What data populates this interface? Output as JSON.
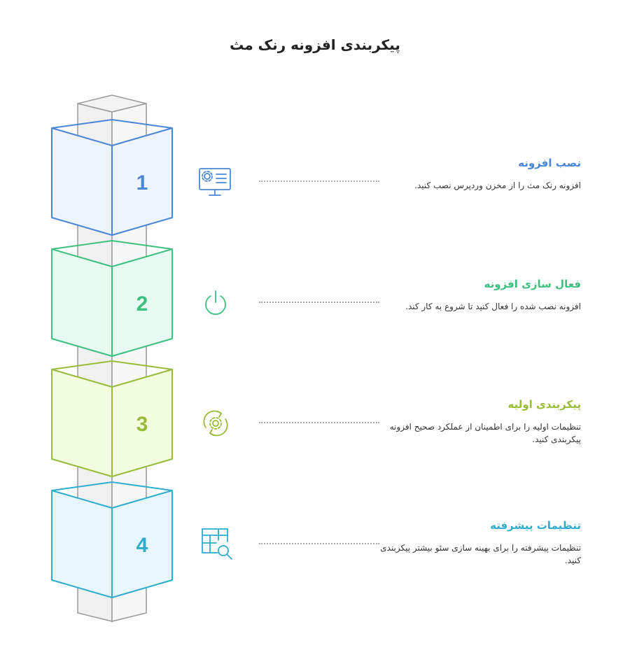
{
  "title": "پیکربندی افزونه رنک مث",
  "steps": [
    {
      "number": "1",
      "heading": "نصب افزونه",
      "description": "افزونه رنک مث را از مخزن وردپرس نصب کنید.",
      "icon": "gear-monitor-icon",
      "color": "#4a86d8",
      "fill": "#eef4fd"
    },
    {
      "number": "2",
      "heading": "فعال سازی افزونه",
      "description": "افزونه نصب شده را فعال کنید تا شروع به کار کند.",
      "icon": "power-icon",
      "color": "#3dbf80",
      "fill": "#e7fbf1"
    },
    {
      "number": "3",
      "heading": "پیکربندی اولیه",
      "description": "تنظیمات اولیه را برای اطمینان از عملکرد صحیح افزونه پیکربندی کنید.",
      "icon": "gear-refresh-icon",
      "color": "#98bb3a",
      "fill": "#f2fde0"
    },
    {
      "number": "4",
      "heading": "تنظیمات پیشرفته",
      "description": "تنظیمات پیشرفته را برای بهینه سازی سئو بیشتر پیکربندی کنید.",
      "icon": "table-search-icon",
      "color": "#2fadcf",
      "fill": "#e8f7fc"
    }
  ]
}
